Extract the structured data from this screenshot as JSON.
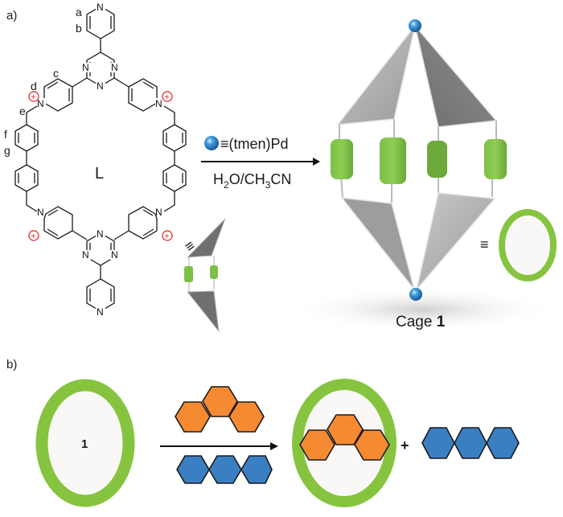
{
  "panel_a": {
    "label": "a)",
    "ligand": {
      "name": "L",
      "proton_labels": [
        "a",
        "b",
        "c",
        "d",
        "e",
        "f",
        "g"
      ],
      "atom_N": "N",
      "charge": "+"
    },
    "equivalence_symbol": "≡",
    "reaction": {
      "reagent": "≡(tmen)Pd",
      "solvent_parts": [
        "H",
        "2",
        "O/CH",
        "3",
        "CN"
      ]
    },
    "product": {
      "name_prefix": "Cage ",
      "name_number": "1"
    },
    "ring_equivalence": "≡"
  },
  "panel_b": {
    "label": "b)",
    "cage_label": "1",
    "plus": "+",
    "colors": {
      "cage_ring": "#86c440",
      "phenanthrene": "#f58a33",
      "anthracene": "#3a7fc2"
    }
  }
}
